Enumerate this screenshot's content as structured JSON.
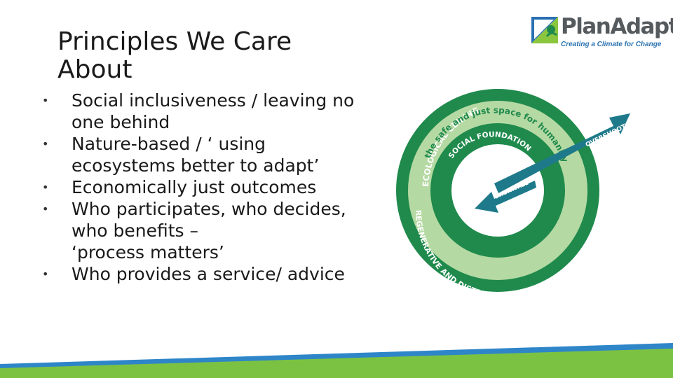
{
  "slide": {
    "title": "Principles We Care About",
    "bullets": [
      "Social inclusiveness / leaving no one behind",
      "Nature-based / ‘ using ecosystems better to adapt’",
      "Economically just outcomes",
      "Who participates, who decides, who benefits –\n ‘process matters’",
      "Who provides a service/ advice"
    ]
  },
  "logo": {
    "name": "PlanAdapt",
    "tagline": "Creating a Climate for Change"
  },
  "diagram": {
    "outer_label": "ECOLOGICAL CEILING",
    "middle_label": "the safe and just space for humanity",
    "inner_label": "SOCIAL FOUNDATION",
    "bottom_label": "REGENERATIVE AND DISTRIBUTIVE ECONOMY",
    "overshoot_label": "OVERSHOOT",
    "shortfall_label": "SHORTFALL",
    "colors": {
      "dark_green": "#1f8a4c",
      "light_green": "#b5d9a3",
      "arrow_teal": "#1e7a8a"
    }
  },
  "footer_colors": {
    "blue": "#2e86c8",
    "green": "#7cc242"
  }
}
